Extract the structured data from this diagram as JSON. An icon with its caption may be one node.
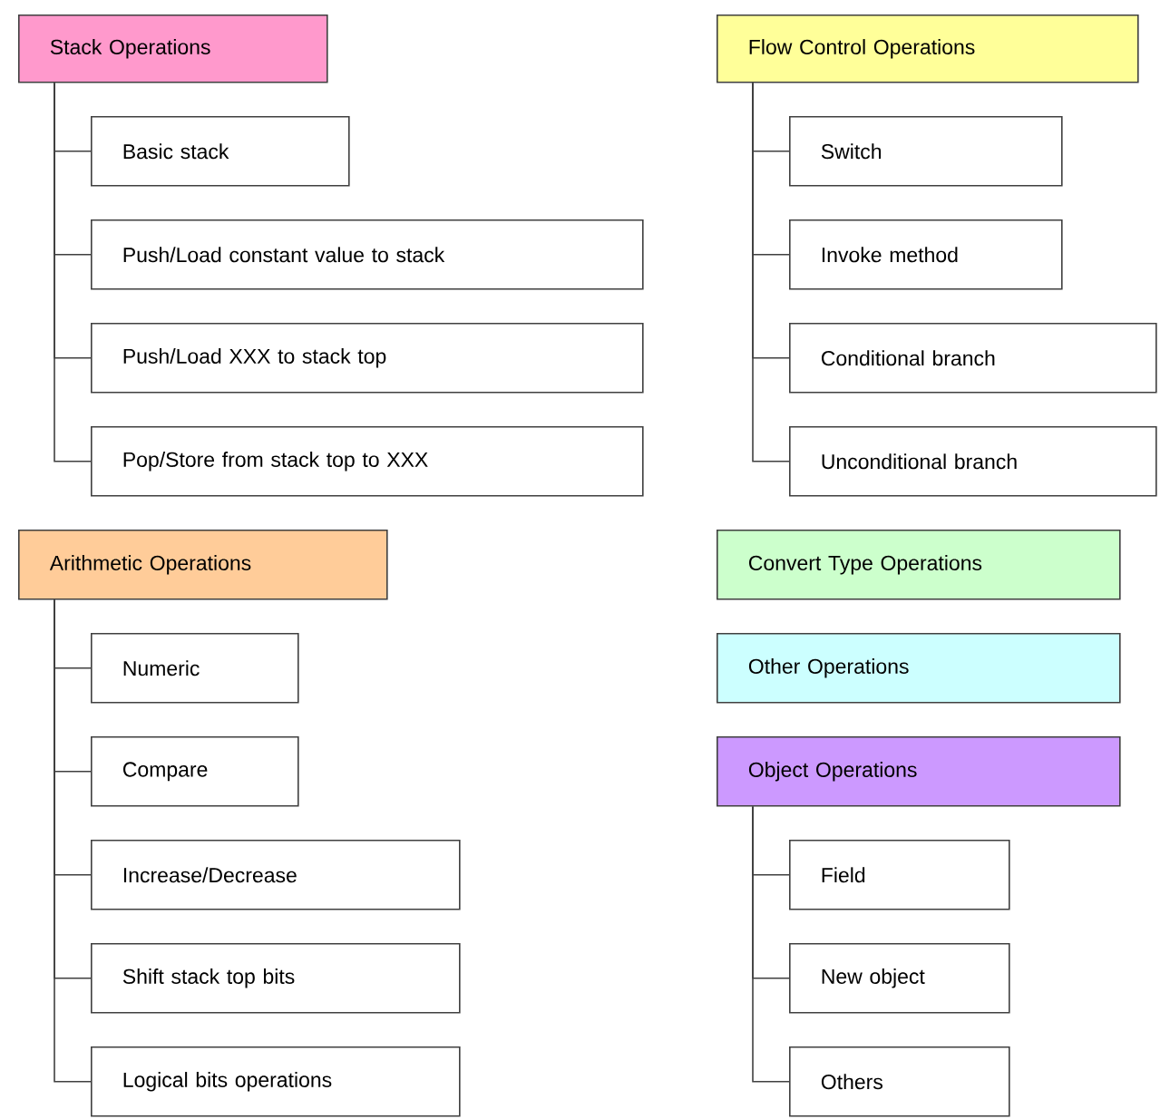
{
  "diagram": {
    "nodes": [
      {
        "text": [
          "Stack Operations"
        ]
      },
      {
        "text": [
          "Basic stack"
        ]
      },
      {
        "text": [
          "Push/Load constant value to stack"
        ]
      },
      {
        "text": [
          "Push/Load XXX to stack top"
        ]
      },
      {
        "text": [
          "Pop/Store from stack top to XXX"
        ]
      },
      {
        "text": [
          "Arithmetic Operations"
        ]
      },
      {
        "text": [
          "Numeric"
        ]
      },
      {
        "text": [
          "Compare"
        ]
      },
      {
        "text": [
          "Increase/Decrease"
        ]
      },
      {
        "text": [
          "Shift stack top bits"
        ]
      },
      {
        "text": [
          "Logical bits operations"
        ]
      },
      {
        "text": [
          "Flow Control Operations"
        ]
      },
      {
        "text": [
          "Switch"
        ]
      },
      {
        "text": [
          "Invoke method"
        ]
      },
      {
        "text": [
          "Conditional branch"
        ]
      },
      {
        "text": [
          "Unconditional branch"
        ]
      },
      {
        "text": [
          "Convert Type Operations"
        ]
      },
      {
        "text": [
          "Other Operations"
        ]
      },
      {
        "text": [
          "Object Operations"
        ]
      },
      {
        "text": [
          "Field"
        ]
      },
      {
        "text": [
          "New object"
        ]
      },
      {
        "text": [
          "Others"
        ]
      }
    ],
    "edges": [
      {
        "from": 0,
        "to": 1,
        "arrow": "none"
      },
      {
        "from": 0,
        "to": 2,
        "arrow": "none"
      },
      {
        "from": 0,
        "to": 3,
        "arrow": "none"
      },
      {
        "from": 0,
        "to": 4,
        "arrow": "none"
      },
      {
        "from": 5,
        "to": 6,
        "arrow": "none"
      },
      {
        "from": 5,
        "to": 7,
        "arrow": "none"
      },
      {
        "from": 5,
        "to": 8,
        "arrow": "none"
      },
      {
        "from": 5,
        "to": 9,
        "arrow": "none"
      },
      {
        "from": 5,
        "to": 10,
        "arrow": "none"
      },
      {
        "from": 11,
        "to": 12,
        "arrow": "none"
      },
      {
        "from": 11,
        "to": 13,
        "arrow": "none"
      },
      {
        "from": 11,
        "to": 14,
        "arrow": "none"
      },
      {
        "from": 11,
        "to": 15,
        "arrow": "none"
      },
      {
        "from": 18,
        "to": 19,
        "arrow": "none"
      },
      {
        "from": 18,
        "to": 20,
        "arrow": "none"
      },
      {
        "from": 18,
        "to": 21,
        "arrow": "none"
      }
    ]
  }
}
